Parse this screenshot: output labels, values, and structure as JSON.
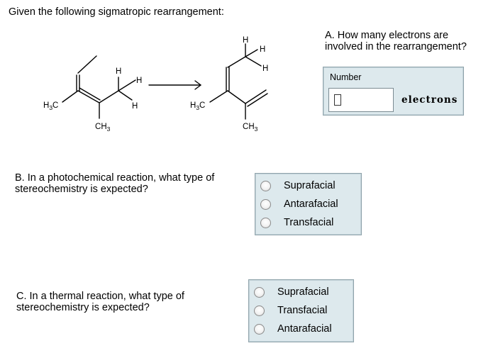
{
  "intro": "Given the following sigmatropic rearrangement:",
  "reaction": {
    "reactant": {
      "h_top": "H",
      "h_right": "H",
      "h_lower": "H",
      "methyl_left": "H3C",
      "methyl_bottom": "CH3"
    },
    "product": {
      "h_top": "H",
      "h_right": "H",
      "h_lower": "H",
      "methyl_left": "H3C",
      "methyl_bottom": "CH3"
    }
  },
  "question_a": {
    "line1": "A. How many electrons are",
    "line2": "involved in the rearrangement?",
    "field_label": "Number",
    "field_value": "",
    "unit": "electrons"
  },
  "question_b": {
    "line1": "B. In a photochemical reaction, what type of",
    "line2": "stereochemistry is expected?",
    "options": [
      "Suprafacial",
      "Antarafacial",
      "Transfacial"
    ]
  },
  "question_c": {
    "line1": "C. In a thermal reaction, what type of",
    "line2": "stereochemistry is expected?",
    "options": [
      "Suprafacial",
      "Transfacial",
      "Antarafacial"
    ]
  }
}
